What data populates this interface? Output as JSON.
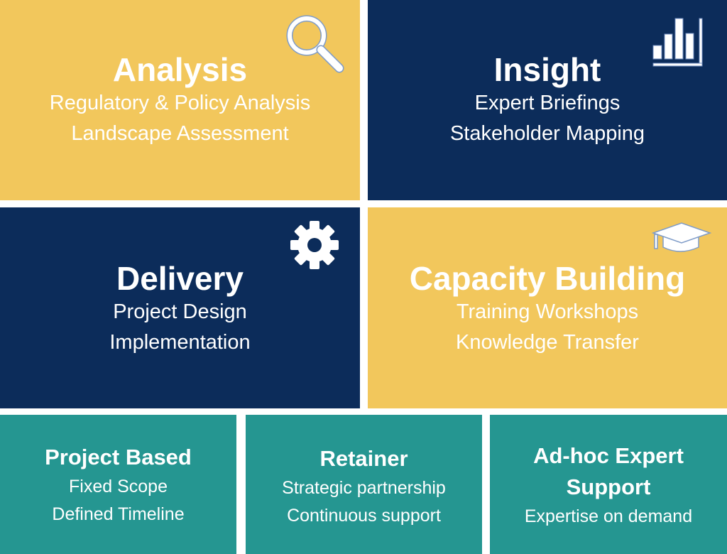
{
  "tiles": {
    "analysis": {
      "title": "Analysis",
      "lines": [
        "Regulatory & Policy Analysis",
        "Landscape Assessment"
      ],
      "icon": "magnifier-icon"
    },
    "insight": {
      "title": "Insight",
      "lines": [
        "Expert Briefings",
        "Stakeholder Mapping"
      ],
      "icon": "bar-chart-icon"
    },
    "delivery": {
      "title": "Delivery",
      "lines": [
        "Project Design",
        "Implementation"
      ],
      "icon": "gear-icon"
    },
    "capacity": {
      "title": "Capacity Building",
      "lines": [
        "Training Workshops",
        "Knowledge Transfer"
      ],
      "icon": "graduation-cap-icon"
    }
  },
  "models": [
    {
      "title": "Project Based",
      "lines": [
        "Fixed Scope",
        "Defined Timeline"
      ]
    },
    {
      "title": "Retainer",
      "lines": [
        "Strategic partnership",
        "Continuous support"
      ]
    },
    {
      "title_lines": [
        "Ad-hoc Expert",
        "Support"
      ],
      "lines": [
        "Expertise on demand"
      ]
    }
  ],
  "colors": {
    "yellow": "#F2C75C",
    "navy": "#0C2C5A",
    "teal": "#259691"
  }
}
